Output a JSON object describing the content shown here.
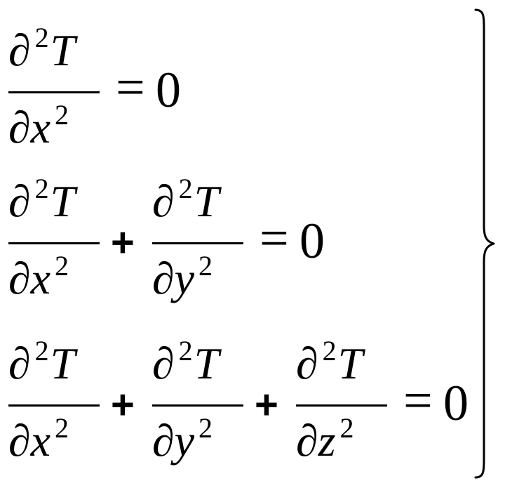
{
  "symbols": {
    "partial": "∂",
    "exponent": "2",
    "dependent": "T",
    "plus": "+",
    "equals": "=",
    "zero": "0"
  },
  "equations": [
    {
      "terms": [
        {
          "wrt": "x"
        }
      ]
    },
    {
      "terms": [
        {
          "wrt": "x"
        },
        {
          "wrt": "y"
        }
      ]
    },
    {
      "terms": [
        {
          "wrt": "x"
        },
        {
          "wrt": "y"
        },
        {
          "wrt": "z"
        }
      ]
    }
  ]
}
